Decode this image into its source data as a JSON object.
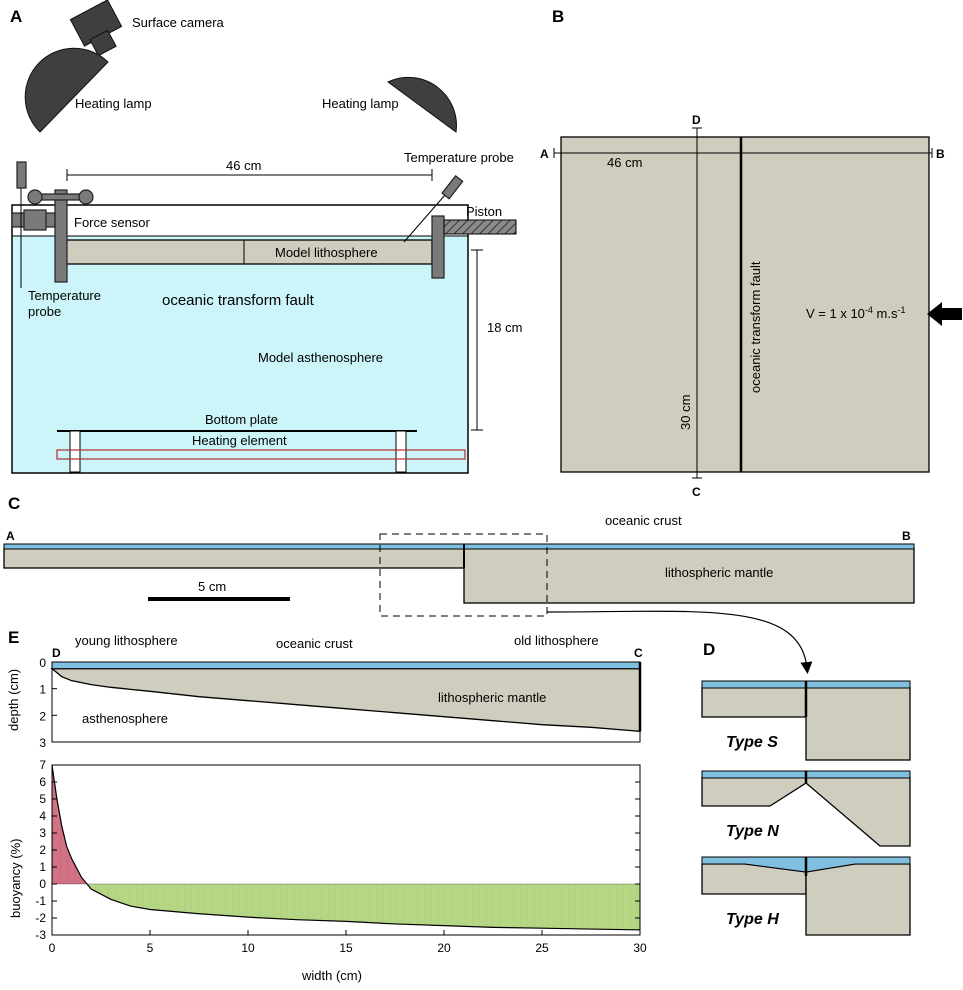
{
  "panels": {
    "a": "A",
    "b": "B",
    "c": "C",
    "d": "D",
    "e": "E"
  },
  "panel_a": {
    "surface_camera": "Surface camera",
    "heating_lamp_left": "Heating lamp",
    "heating_lamp_right": "Heating lamp",
    "length_46": "46 cm",
    "temperature_probe_top": "Temperature probe",
    "piston": "Piston",
    "force_sensor": "Force sensor",
    "model_lithosphere": "Model lithosphere",
    "temperature_probe_left_1": "Temperature",
    "temperature_probe_left_2": "probe",
    "oceanic_transform_fault": "oceanic transform fault",
    "height_18": "18 cm",
    "model_asthenosphere": "Model asthenosphere",
    "bottom_plate": "Bottom plate",
    "heating_element": "Heating element"
  },
  "panel_b": {
    "point_a": "A",
    "point_b": "B",
    "point_c": "C",
    "point_d": "D",
    "length_46": "46 cm",
    "length_30": "30 cm",
    "fault_label": "oceanic transform fault",
    "velocity_prefix": "V = 1 x 10",
    "velocity_exp": "-4",
    "velocity_unit": " m.s",
    "velocity_unit_exp": "-1"
  },
  "panel_c": {
    "point_a": "A",
    "point_b": "B",
    "oceanic_crust": "oceanic crust",
    "lithospheric_mantle": "lithospheric mantle",
    "scale_bar": "5 cm"
  },
  "panel_d": {
    "type_s": "Type S",
    "type_n": "Type N",
    "type_h": "Type H"
  },
  "chart_data": [
    {
      "type": "area",
      "labels": {
        "young": "young lithosphere",
        "crust": "oceanic crust",
        "old": "old lithosphere",
        "mantle": "lithospheric mantle",
        "asthenosphere": "asthenosphere",
        "point_d": "D",
        "point_c": "C"
      },
      "ylabel": "depth (cm)",
      "ylim": [
        0,
        3
      ],
      "y_ticks": [
        0,
        1,
        2,
        3
      ],
      "xlim": [
        0,
        30
      ],
      "crust_thickness": 0.25,
      "x": [
        0,
        0.5,
        1,
        2,
        3,
        5,
        7.5,
        10,
        12.5,
        15,
        17.5,
        20,
        22.5,
        25,
        27.5,
        30
      ],
      "depth": [
        0.25,
        0.55,
        0.7,
        0.85,
        0.95,
        1.1,
        1.3,
        1.45,
        1.6,
        1.75,
        1.9,
        2.05,
        2.2,
        2.35,
        2.45,
        2.6
      ]
    },
    {
      "type": "area",
      "xlabel": "width (cm)",
      "ylabel": "buoyancy (%)",
      "xlim": [
        0,
        30
      ],
      "ylim": [
        -3,
        7
      ],
      "x_ticks": [
        0,
        5,
        10,
        15,
        20,
        25,
        30
      ],
      "y_ticks": [
        -3,
        -2,
        -1,
        0,
        1,
        2,
        3,
        4,
        5,
        6,
        7
      ],
      "positive_color": "#c95a6e",
      "negative_color": "#a8cf6f",
      "x": [
        0,
        0.25,
        0.5,
        0.75,
        1,
        1.5,
        2,
        3,
        4,
        5,
        7.5,
        10,
        12.5,
        15,
        17.5,
        20,
        22.5,
        25,
        27.5,
        30
      ],
      "values": [
        7,
        5,
        3.4,
        2.2,
        1.5,
        0.4,
        -0.3,
        -0.9,
        -1.3,
        -1.5,
        -1.75,
        -1.95,
        -2.1,
        -2.2,
        -2.35,
        -2.45,
        -2.55,
        -2.6,
        -2.65,
        -2.7
      ]
    }
  ]
}
